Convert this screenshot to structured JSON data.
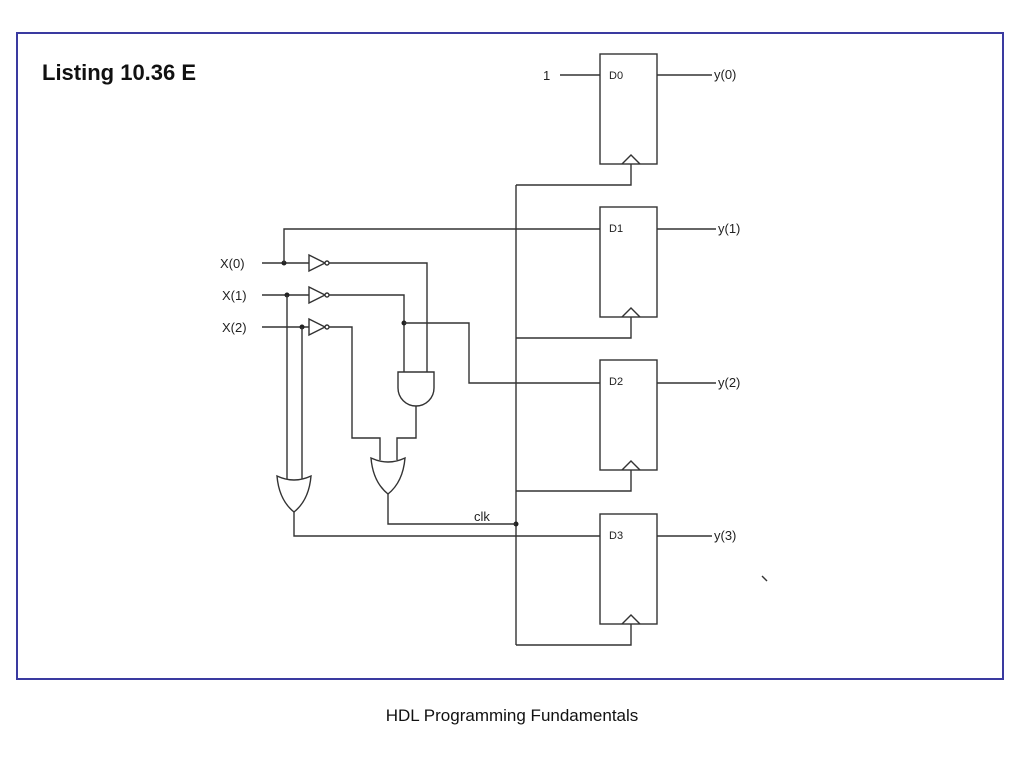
{
  "slide": {
    "title": "Listing 10.36 E",
    "footer": "HDL Programming Fundamentals"
  },
  "diagram": {
    "inputs": [
      "X(0)",
      "X(1)",
      "X(2)"
    ],
    "constant_input": "1",
    "clock_label": "clk",
    "flip_flops": [
      {
        "name": "D0",
        "output": "y(0)"
      },
      {
        "name": "D1",
        "output": "y(1)"
      },
      {
        "name": "D2",
        "output": "y(2)"
      },
      {
        "name": "D3",
        "output": "y(3)"
      }
    ]
  },
  "colors": {
    "frame": "#3a3aa0",
    "wire": "#333333"
  }
}
